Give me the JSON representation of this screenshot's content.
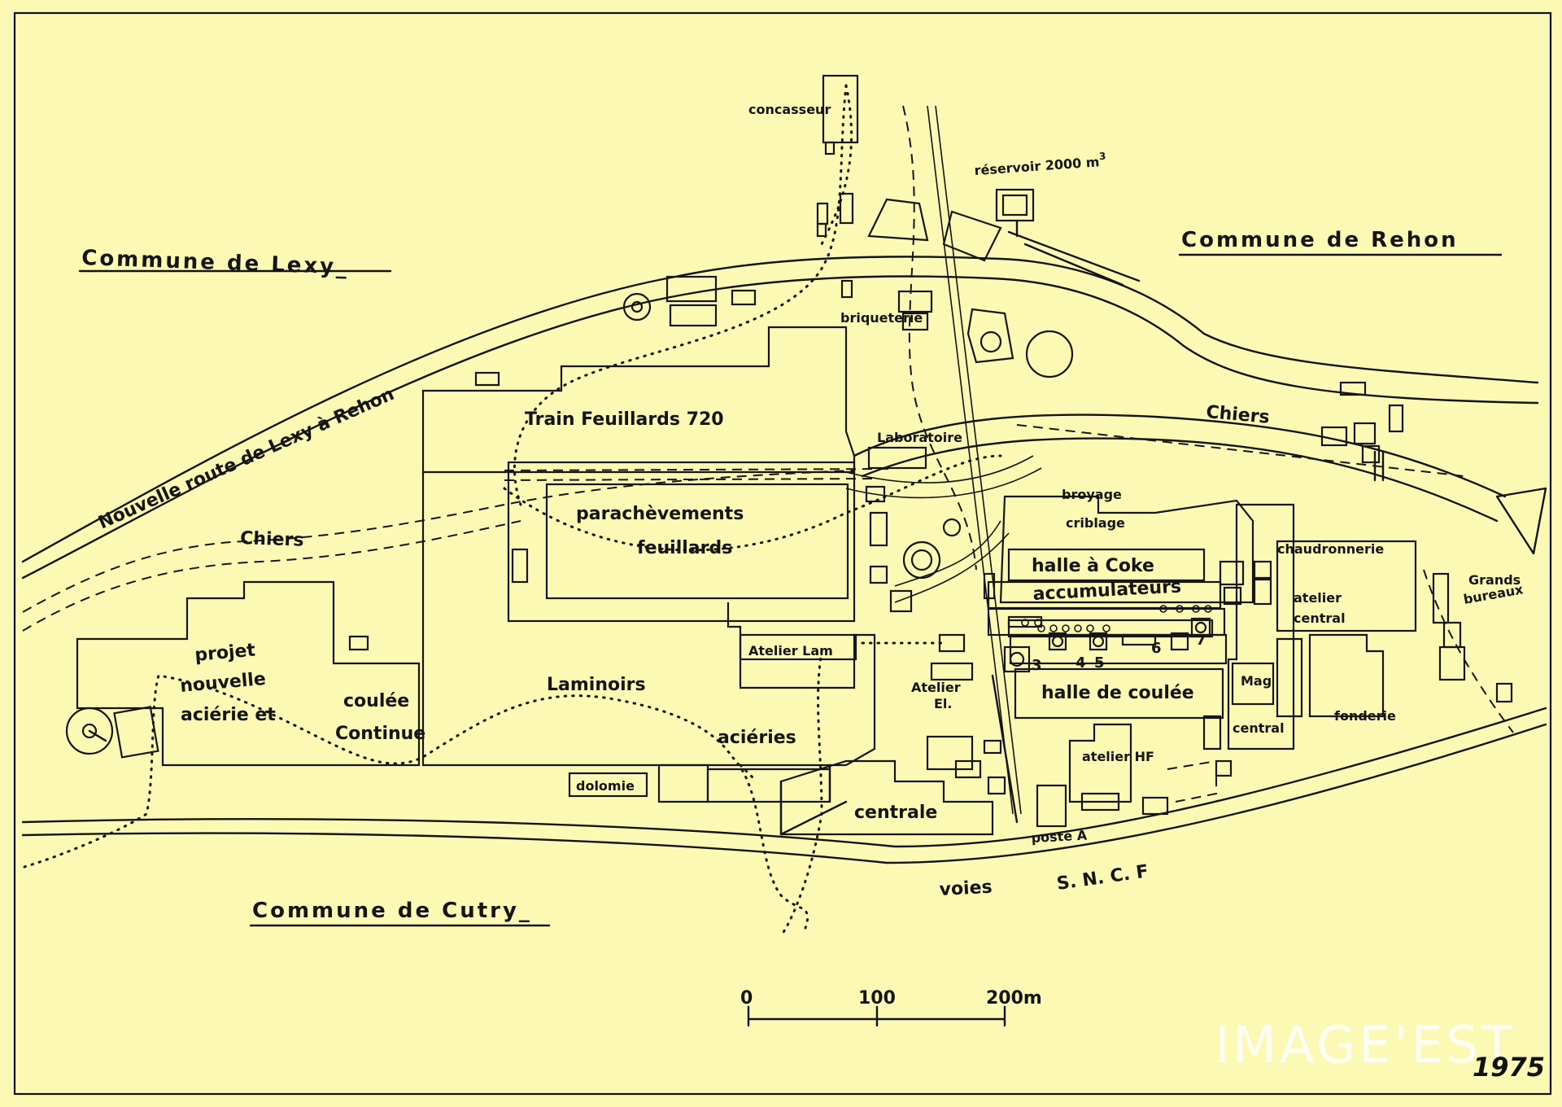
{
  "communes": {
    "lexy": "Commune de Lexy_",
    "rehon": "Commune de Rehon",
    "cutry": "Commune de Cutry_"
  },
  "roads": {
    "nouvelle_route": "Nouvelle route de Lexy à Rehon",
    "voies": "voies",
    "sncf": "S. N. C. F"
  },
  "rivers": {
    "chiers_left": "Chiers",
    "chiers_right": "Chiers"
  },
  "buildings": {
    "concasseur": "concasseur",
    "reservoir": "réservoir 2000 m",
    "reservoir_exp": "3",
    "briqueterie": "briqueterie",
    "train_feuillards": "Train Feuillards   720",
    "laboratoire": "Laboratoire",
    "parachevements_1": "parachèvements",
    "parachevements_2": "feuillards",
    "broyage": "broyage",
    "criblage": "criblage",
    "halle_coke": "halle à Coke",
    "accumulateurs": "accumulateurs",
    "chaudronnerie": "chaudronnerie",
    "grands_bureaux_1": "Grands",
    "grands_bureaux_2": "bureaux",
    "atelier_central_1": "atelier",
    "atelier_central_2": "central",
    "projet_1": "projet",
    "projet_2": "nouvelle",
    "projet_3": "aciérie   et",
    "coulee_1": "coulée",
    "coulee_2": "Continue",
    "laminoirs": "Laminoirs",
    "atelier_lam": "Atelier Lam",
    "atelier_el_1": "Atelier",
    "atelier_el_2": "El.",
    "halle_coulee": "halle de coulée",
    "mag": "Mag",
    "mag_central": "central",
    "fonderie": "fonderie",
    "acieries": "aciéries",
    "dolomie": "dolomie",
    "atelier_hf": "atelier HF",
    "centrale": "centrale",
    "poste_a": "poste A",
    "hf_numbers": [
      "3",
      "4",
      "5",
      "6",
      "7"
    ]
  },
  "scale": {
    "ticks": [
      "0",
      "100",
      "200m"
    ]
  },
  "year": "1975",
  "watermark": "IMAGE'EST"
}
